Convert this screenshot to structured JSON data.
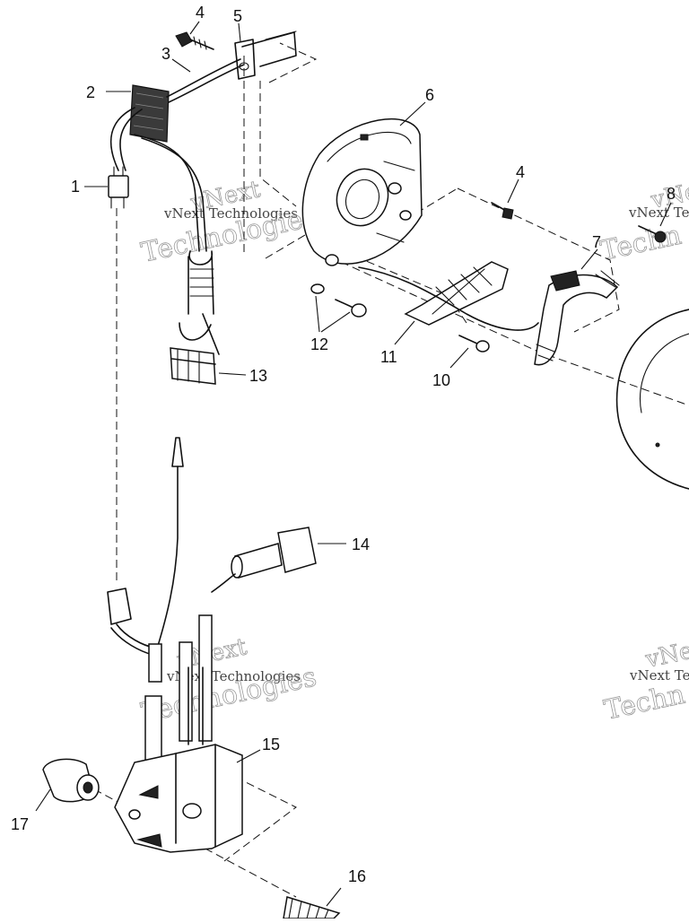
{
  "callouts": [
    {
      "id": "1",
      "label": "1"
    },
    {
      "id": "2",
      "label": "2"
    },
    {
      "id": "3",
      "label": "3"
    },
    {
      "id": "4a",
      "label": "4"
    },
    {
      "id": "4b",
      "label": "4"
    },
    {
      "id": "5",
      "label": "5"
    },
    {
      "id": "6",
      "label": "6"
    },
    {
      "id": "7",
      "label": "7"
    },
    {
      "id": "8",
      "label": "8"
    },
    {
      "id": "10",
      "label": "10"
    },
    {
      "id": "11",
      "label": "11"
    },
    {
      "id": "12",
      "label": "12"
    },
    {
      "id": "13",
      "label": "13"
    },
    {
      "id": "14",
      "label": "14"
    },
    {
      "id": "15",
      "label": "15"
    },
    {
      "id": "16",
      "label": "16"
    },
    {
      "id": "17",
      "label": "17"
    }
  ],
  "watermark": {
    "line1": "vNext Technologies",
    "word1": "vNext",
    "word2": "Technologies",
    "partial_right": "vNext Te",
    "partial_right_outline": "Techn"
  },
  "colors": {
    "ink": "#111111",
    "watermark": "#9a9a9a",
    "background": "#ffffff"
  }
}
